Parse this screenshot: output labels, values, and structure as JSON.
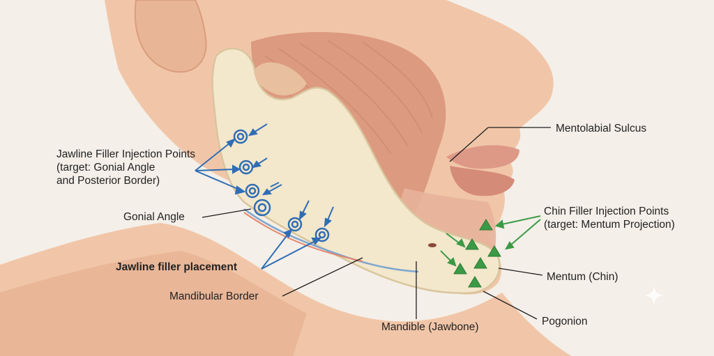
{
  "colors": {
    "background": "#f4efe8",
    "skin": "#f1c6a8",
    "skin_shadow": "#e2a98a",
    "bone": "#f3e7cc",
    "bone_edge": "#d9c59d",
    "muscle": "#dc9a80",
    "jawline_marker": "#2f6db5",
    "chin_marker": "#3a9a45",
    "leader_line": "#1e1e1e"
  },
  "labels": {
    "jawline_injection_points": "Jawline Filler Injection Points\n(target: Gonial Angle\nand Posterior Border)",
    "gonial_angle": "Gonial Angle",
    "jawline_filler_placement": "Jawline filler placement",
    "mandibular_border": "Mandibular Border",
    "mandible": "Mandible (Jawbone)",
    "mentolabial_sulcus": "Mentolabial Sulcus",
    "chin_injection_points": "Chin Filler Injection Points\n(target: Mentum Projection)",
    "mentum": "Mentum (Chin)",
    "pogonion": "Pogonion"
  },
  "icons": {
    "jawline_marker": "blue-ring-target-icon",
    "chin_marker": "green-triangle-icon"
  }
}
